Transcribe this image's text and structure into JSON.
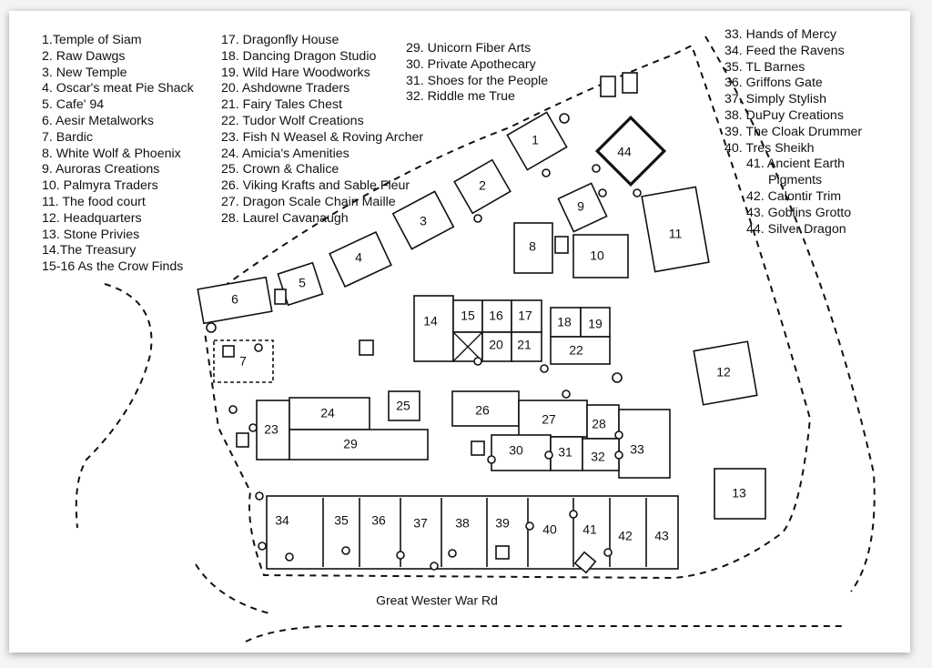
{
  "legend": {
    "col1": [
      "1.Temple of Siam",
      "2. Raw Dawgs",
      "3. New Temple",
      "4. Oscar's meat Pie Shack",
      "5. Cafe' 94",
      "6. Aesir Metalworks",
      "7. Bardic",
      "8. White Wolf & Phoenix",
      "9. Auroras Creations",
      "10. Palmyra Traders",
      "11. The food court",
      "12. Headquarters",
      "13. Stone Privies",
      "14.The Treasury",
      "15-16 As the Crow Finds"
    ],
    "col2": [
      "17. Dragonfly House",
      "18. Dancing Dragon Studio",
      "19. Wild Hare Woodworks",
      "20. Ashdowne Traders",
      "21. Fairy Tales Chest",
      "22. Tudor Wolf Creations",
      "23. Fish N Weasel & Roving Archer",
      "24. Amicia's Amenities",
      "25. Crown & Chalice",
      "26. Viking Krafts and Sable Fleur",
      "27. Dragon Scale Chain Maille",
      "28. Laurel Cavanaugh"
    ],
    "col3": [
      "29. Unicorn Fiber Arts",
      "30. Private Apothecary",
      "31. Shoes for the People",
      "32. Riddle me True"
    ],
    "col4": [
      "33. Hands of Mercy",
      "34. Feed the Ravens",
      "35. TL Barnes",
      "36. Griffons Gate",
      "37. Simply Stylish",
      "38. DuPuy Creations",
      "39. The Cloak Drummer",
      "40. Tres Sheikh",
      "41. Ancient Earth",
      "Pigments",
      "42. Calontir Trim",
      "43. Goblins Grotto",
      "44. Silver Dragon"
    ]
  },
  "map": {
    "road_label": "Great Wester War Rd",
    "lots": {
      "1": "1",
      "2": "2",
      "3": "3",
      "4": "4",
      "5": "5",
      "6": "6",
      "7": "7",
      "8": "8",
      "9": "9",
      "10": "10",
      "11": "11",
      "12": "12",
      "13": "13",
      "14": "14",
      "15": "15",
      "16": "16",
      "17": "17",
      "18": "18",
      "19": "19",
      "20": "20",
      "21": "21",
      "22": "22",
      "23": "23",
      "24": "24",
      "25": "25",
      "26": "26",
      "27": "27",
      "28": "28",
      "29": "29",
      "30": "30",
      "31": "31",
      "32": "32",
      "33": "33",
      "34": "34",
      "35": "35",
      "36": "36",
      "37": "37",
      "38": "38",
      "39": "39",
      "40": "40",
      "41": "41",
      "42": "42",
      "43": "43",
      "44": "44"
    }
  }
}
